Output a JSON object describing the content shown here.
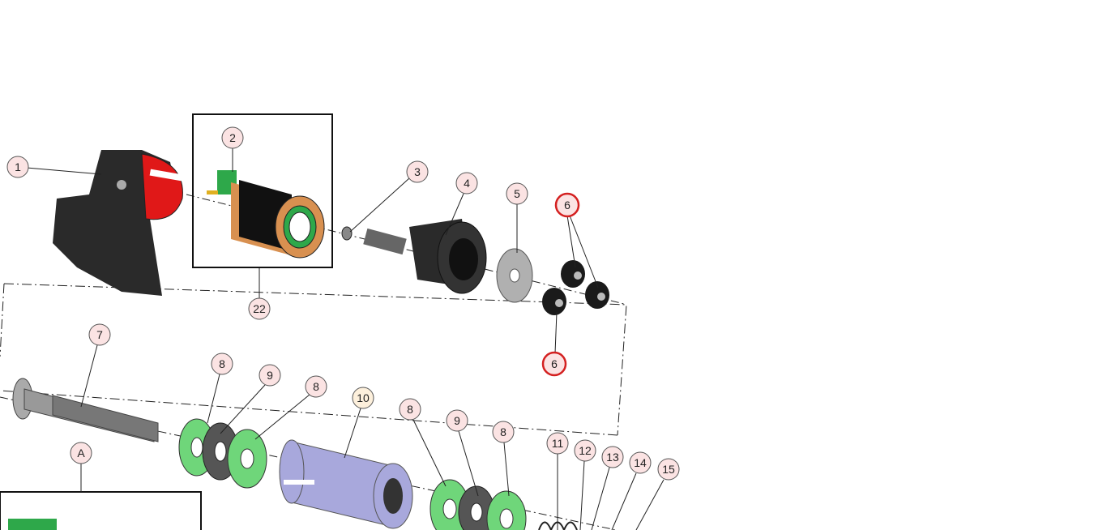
{
  "diagram": {
    "type": "exploded-parts-diagram",
    "callouts": [
      "1",
      "2",
      "3",
      "4",
      "5",
      "6",
      "22",
      "6",
      "7",
      "8",
      "9",
      "8",
      "10",
      "8",
      "9",
      "8",
      "11",
      "12",
      "13",
      "14",
      "15",
      "A"
    ],
    "colors": {
      "bubble_fill": "#fbe3e3",
      "bubble_highlight_stroke": "#d42020",
      "part_red": "#e01818",
      "part_orange": "#d89050",
      "part_green": "#6fd67a",
      "part_lavender": "#a8a8dc",
      "part_black": "#222222",
      "part_gray": "#b0b0b0"
    }
  }
}
